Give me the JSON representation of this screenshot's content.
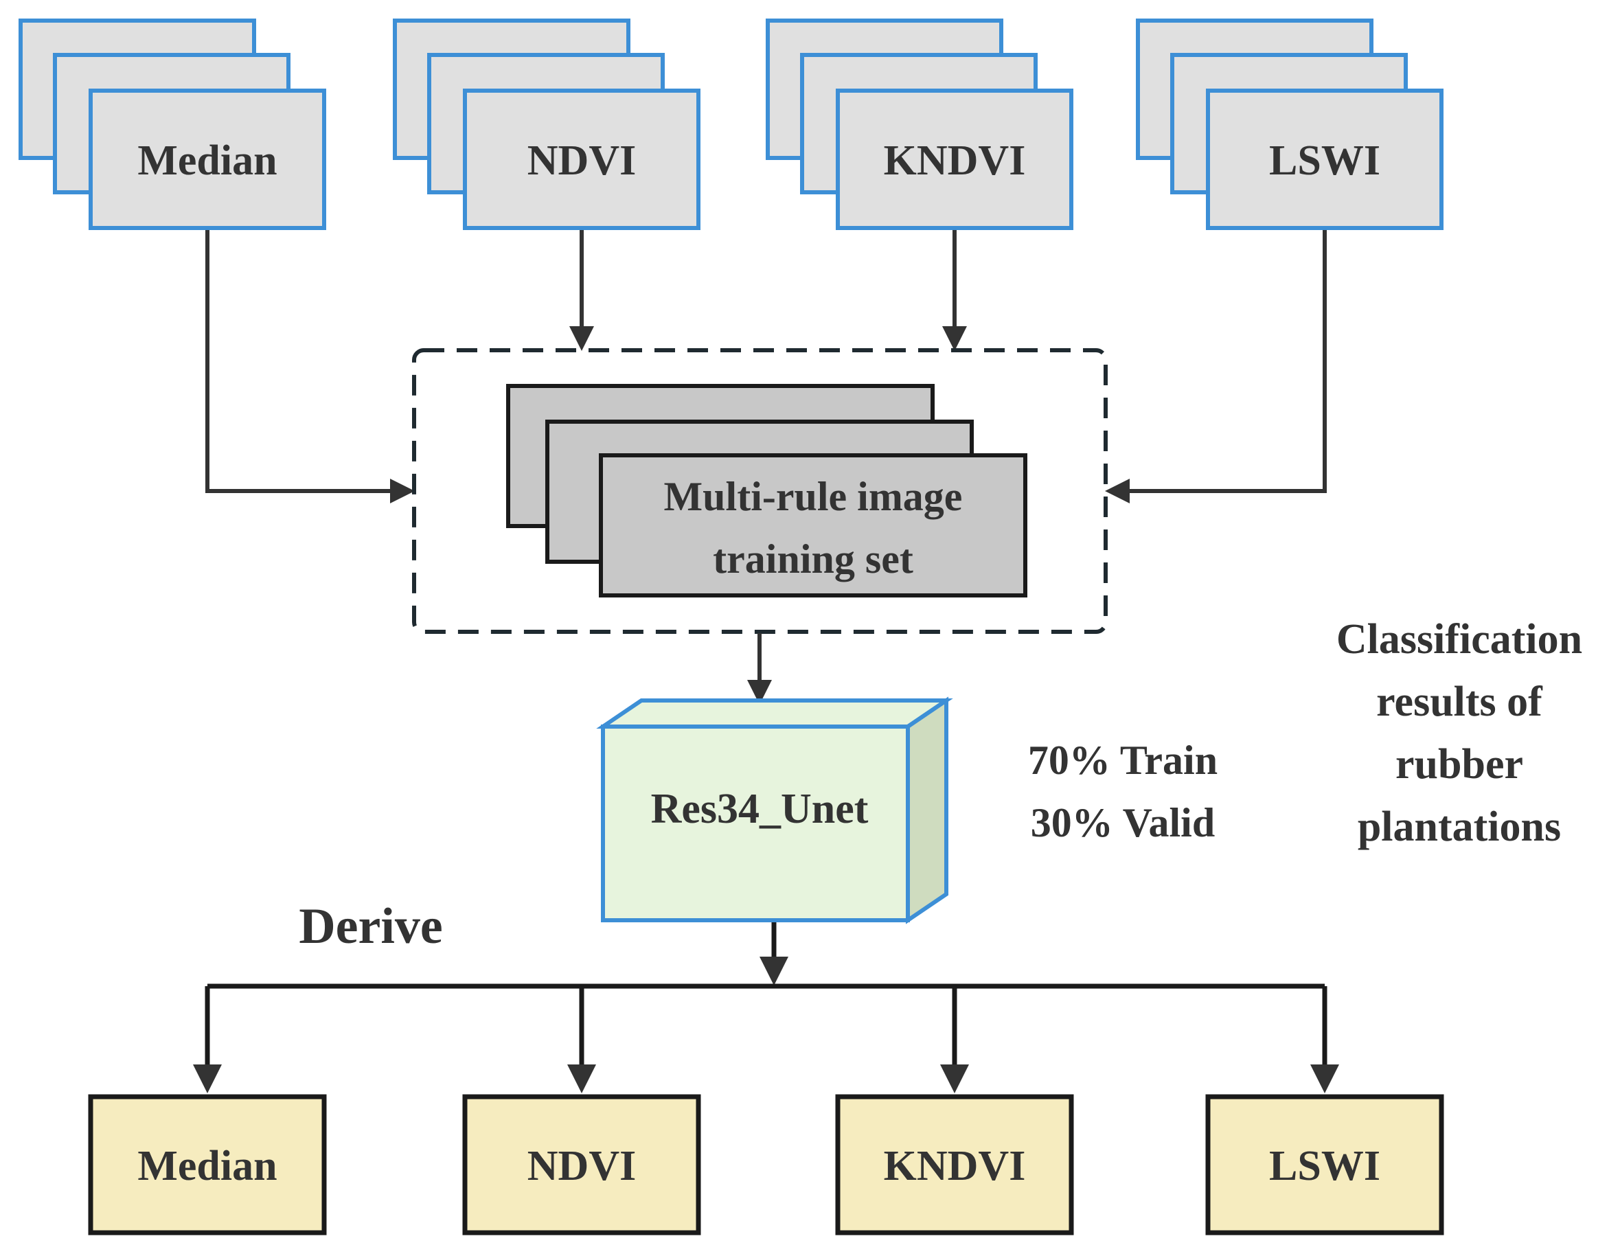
{
  "inputs": [
    {
      "label": "Median"
    },
    {
      "label": "NDVI"
    },
    {
      "label": "KNDVI"
    },
    {
      "label": "LSWI"
    }
  ],
  "training_set": {
    "line1": "Multi-rule image",
    "line2": "training set"
  },
  "model": {
    "label": "Res34_Unet"
  },
  "split": {
    "train": "70% Train",
    "valid": "30% Valid"
  },
  "derive_label": "Derive",
  "results_caption": {
    "line1": "Classification",
    "line2": "results of",
    "line3": "rubber",
    "line4": "plantations"
  },
  "outputs": [
    {
      "label": "Median"
    },
    {
      "label": "NDVI"
    },
    {
      "label": "KNDVI"
    },
    {
      "label": "LSWI"
    }
  ],
  "colors": {
    "input_fill": "#e0e0e0",
    "input_border": "#3d8fd6",
    "training_fill": "#c8c8c8",
    "training_border": "#1a1a1a",
    "model_front": "#e7f4dd",
    "model_side": "#cfdcbf",
    "model_border": "#3d8fd6",
    "output_fill": "#f6ecbf",
    "output_border": "#1a1a1a",
    "arrow": "#333333"
  }
}
